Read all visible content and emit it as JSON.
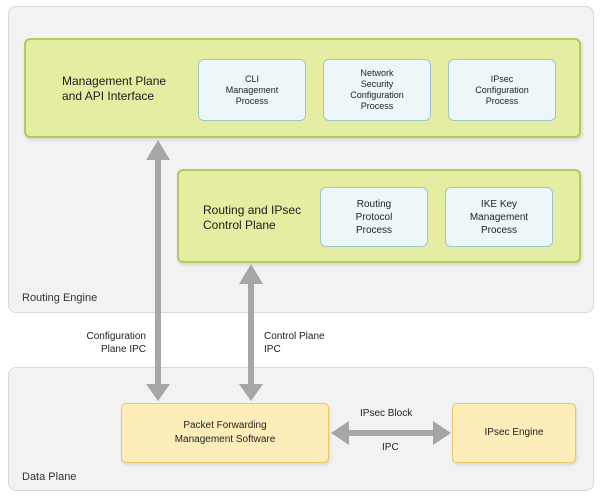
{
  "regions": {
    "routing_engine": "Routing Engine",
    "data_plane": "Data Plane"
  },
  "management_plane": {
    "title": "Management Plane\nand API Interface",
    "processes": [
      "CLI\nManagement\nProcess",
      "Network\nSecurity\nConfiguration\nProcess",
      "IPsec\nConfiguration\nProcess"
    ]
  },
  "control_plane": {
    "title": "Routing and IPsec\nControl Plane",
    "processes": [
      "Routing\nProtocol\nProcess",
      "IKE Key\nManagement\nProcess"
    ]
  },
  "data_plane": {
    "pfe": "Packet Forwarding\nManagement Software",
    "ipsec_engine": "IPsec Engine"
  },
  "connections": {
    "configuration_ipc": "Configuration\nPlane IPC",
    "control_ipc": "Control Plane\nIPC",
    "ipsec_block": "IPsec Block",
    "ipc": "IPC"
  },
  "colors": {
    "plane_fill": "#e4eda1",
    "process_fill": "#eef7f7",
    "data_plane_fill": "#fcedb9",
    "arrow": "#a6a6a6"
  }
}
